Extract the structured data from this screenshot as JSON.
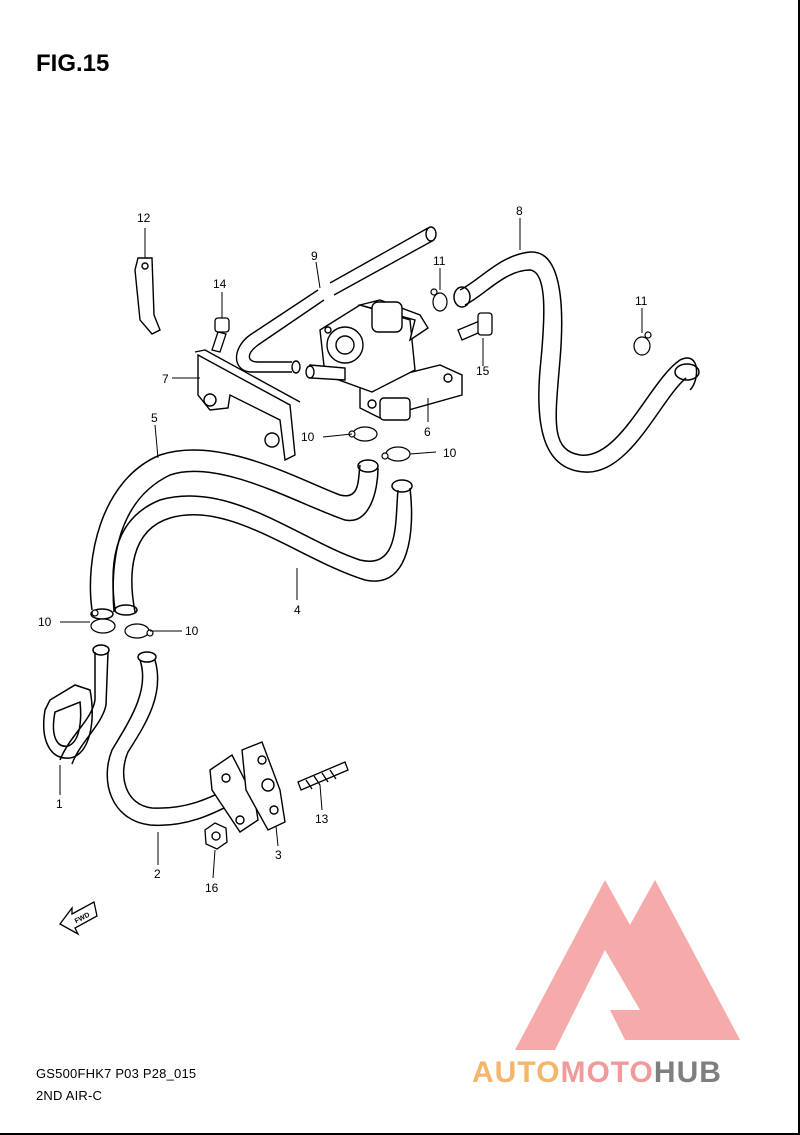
{
  "figure": {
    "title": "FIG.15"
  },
  "callouts": [
    {
      "id": "c1",
      "label": "1"
    },
    {
      "id": "c2",
      "label": "2"
    },
    {
      "id": "c3",
      "label": "3"
    },
    {
      "id": "c4",
      "label": "4"
    },
    {
      "id": "c5",
      "label": "5"
    },
    {
      "id": "c6",
      "label": "6"
    },
    {
      "id": "c7",
      "label": "7"
    },
    {
      "id": "c8",
      "label": "8"
    },
    {
      "id": "c9",
      "label": "9"
    },
    {
      "id": "c10a",
      "label": "10"
    },
    {
      "id": "c10b",
      "label": "10"
    },
    {
      "id": "c10c",
      "label": "10"
    },
    {
      "id": "c10d",
      "label": "10"
    },
    {
      "id": "c11a",
      "label": "11"
    },
    {
      "id": "c11b",
      "label": "11"
    },
    {
      "id": "c12",
      "label": "12"
    },
    {
      "id": "c13",
      "label": "13"
    },
    {
      "id": "c14",
      "label": "14"
    },
    {
      "id": "c15",
      "label": "15"
    },
    {
      "id": "c16",
      "label": "16"
    }
  ],
  "fwd_label": "FWD",
  "footer": {
    "code": "GS500FHK7 P03 P28_015",
    "section": "2ND AIR-C"
  },
  "watermark": {
    "part1": "AUTO",
    "part2": "MOTO",
    "part3": "HUB",
    "colors": {
      "part1": "#f3b66b",
      "part2": "#f29a9a",
      "part3": "#7f7f7f",
      "logo": "#f6a3a3"
    }
  }
}
